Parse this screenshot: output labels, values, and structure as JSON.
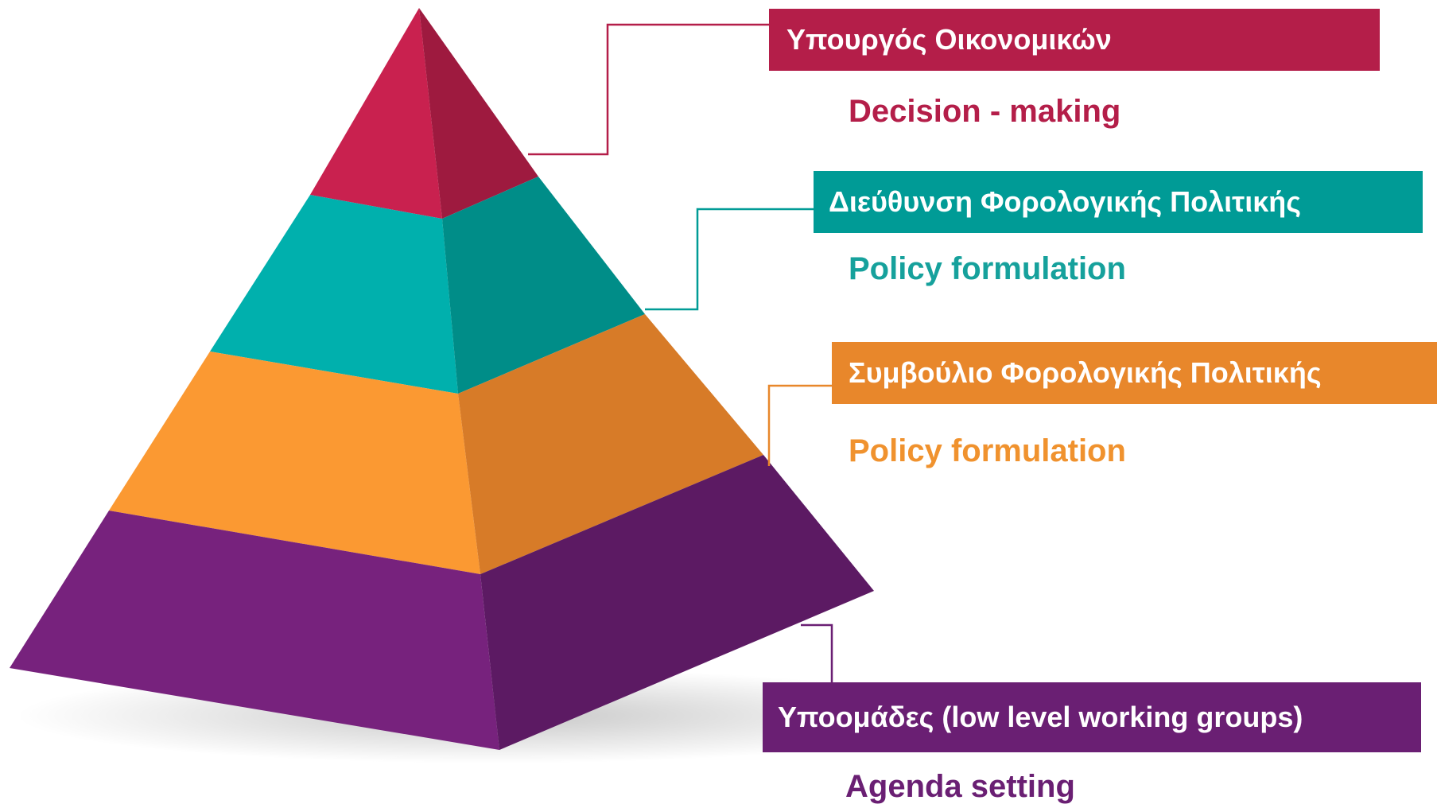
{
  "tiers": [
    {
      "title": "Υπουργός Οικονομικών",
      "subtitle": "Decision - making",
      "color": "#b41e49",
      "text_color": "#b41e49"
    },
    {
      "title": "Διεύθυνση Φορολογικής Πολιτικής",
      "subtitle": "Policy formulation",
      "color": "#009b96",
      "text_color": "#16a19c"
    },
    {
      "title": "Συμβούλιο Φορολογικής Πολιτικής",
      "subtitle": "Policy formulation",
      "color": "#e8872b",
      "text_color": "#f0922e"
    },
    {
      "title": "Υποομάδες (low level working groups)",
      "subtitle": "Agenda setting",
      "color": "#6a1f73",
      "text_color": "#6a1f73"
    }
  ],
  "pyramid_colors": {
    "tier1": {
      "left": "#c9214f",
      "right": "#9e1a3f"
    },
    "tier2": {
      "left": "#00b0ad",
      "right": "#008d88"
    },
    "tier3": {
      "left": "#fb9932",
      "right": "#d77b28"
    },
    "tier4": {
      "left": "#77227d",
      "right": "#5c1a63"
    }
  }
}
